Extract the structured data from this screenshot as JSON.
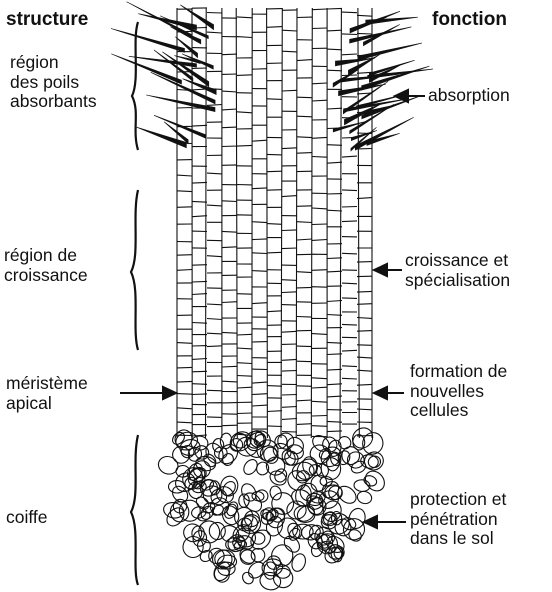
{
  "headers": {
    "structure": "structure",
    "fonction": "fonction"
  },
  "structure_labels": {
    "hairs": "région\ndes poils\nabsorbants",
    "growth": "région de\ncroissance",
    "meristem": "méristème\napical",
    "cap": "coiffe"
  },
  "function_labels": {
    "absorption": "absorption",
    "growth": "croissance et\nspécialisation",
    "new_cells": "formation de\nnouvelles\ncellules",
    "protection": "protection et\npénétration\ndans le sol"
  }
}
